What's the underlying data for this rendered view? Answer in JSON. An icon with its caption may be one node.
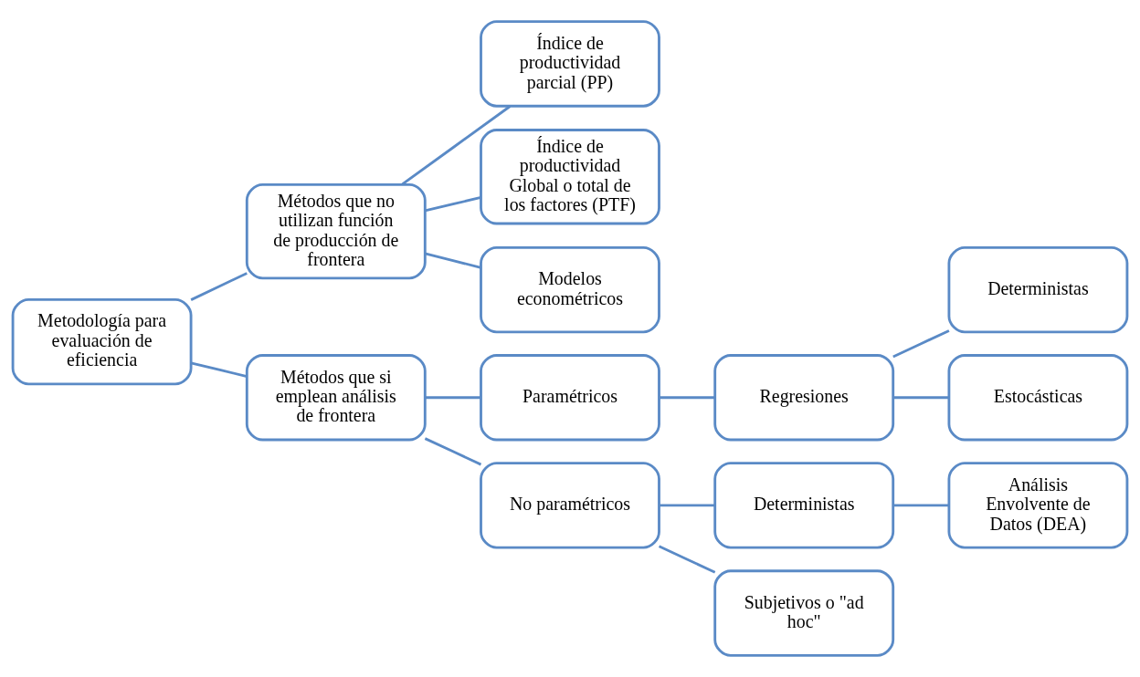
{
  "diagram": {
    "nodes": [
      {
        "text": [
          "Metodología para evaluación de eficiencia"
        ]
      },
      {
        "text": [
          "Métodos que no utilizan función de producción de frontera"
        ]
      },
      {
        "text": [
          "Índice de productividad parcial (PP)"
        ]
      },
      {
        "text": [
          "Índice de productividad Global o total de los factores (PTF)"
        ]
      },
      {
        "text": [
          "Modelos econométricos"
        ]
      },
      {
        "text": [
          "Métodos que si emplean análisis de frontera"
        ]
      },
      {
        "text": [
          "Paramétricos"
        ]
      },
      {
        "text": [
          "Regresiones"
        ]
      },
      {
        "text": [
          "Deterministas"
        ]
      },
      {
        "text": [
          "Estocásticas"
        ]
      },
      {
        "text": [
          "No paramétricos"
        ]
      },
      {
        "text": [
          "Deterministas"
        ]
      },
      {
        "text": [
          "Análisis Envolvente de Datos (DEA)"
        ]
      },
      {
        "text": [
          "Subjetivos o \"ad hoc\""
        ]
      }
    ],
    "edges": [
      {
        "from": 0,
        "to": 1,
        "arrow": "none"
      },
      {
        "from": 0,
        "to": 5,
        "arrow": "none"
      },
      {
        "from": 1,
        "to": 2,
        "arrow": "none"
      },
      {
        "from": 1,
        "to": 3,
        "arrow": "none"
      },
      {
        "from": 1,
        "to": 4,
        "arrow": "none"
      },
      {
        "from": 5,
        "to": 6,
        "arrow": "none"
      },
      {
        "from": 5,
        "to": 10,
        "arrow": "none"
      },
      {
        "from": 6,
        "to": 7,
        "arrow": "none"
      },
      {
        "from": 7,
        "to": 8,
        "arrow": "none"
      },
      {
        "from": 7,
        "to": 9,
        "arrow": "none"
      },
      {
        "from": 10,
        "to": 11,
        "arrow": "none"
      },
      {
        "from": 10,
        "to": 13,
        "arrow": "none"
      },
      {
        "from": 11,
        "to": 12,
        "arrow": "none"
      }
    ]
  }
}
